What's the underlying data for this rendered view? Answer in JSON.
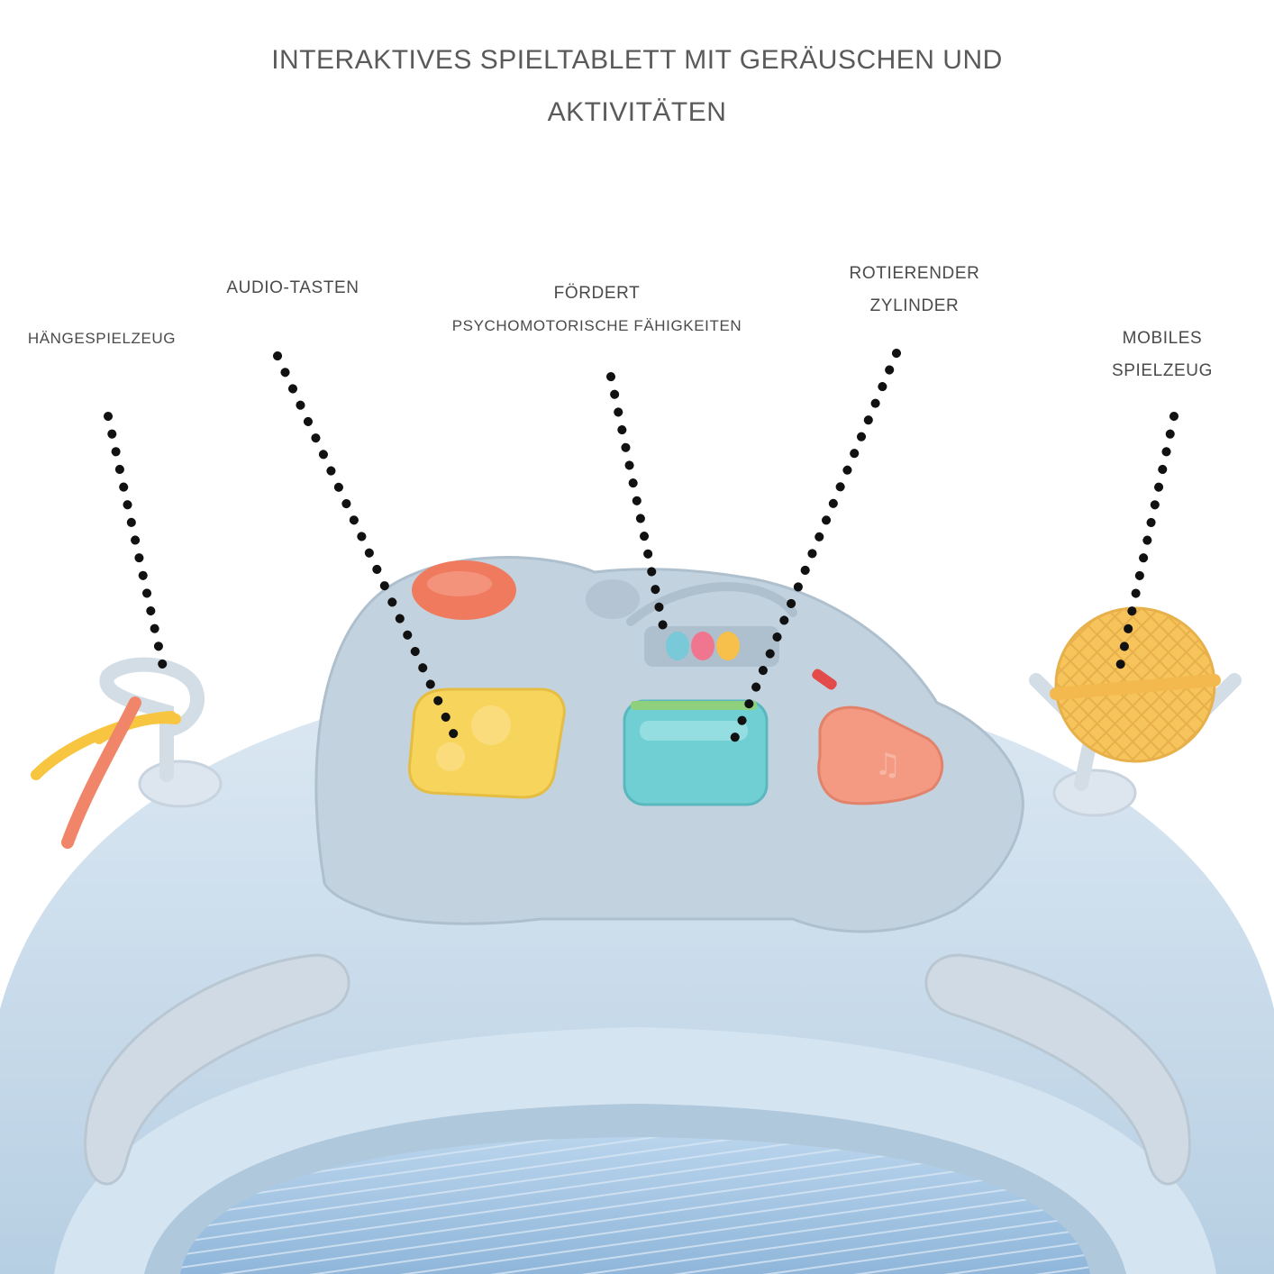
{
  "title": {
    "line1": "INTERAKTIVES SPIELTABLETT MIT GERÄUSCHEN UND",
    "line2": "AKTIVITÄTEN"
  },
  "callouts": {
    "haengespielzeug": {
      "line1": "HÄNGESPIELZEUG"
    },
    "audio_tasten": {
      "line1": "AUDIO-TASTEN"
    },
    "foerdert": {
      "line1": "FÖRDERT",
      "line2": "PSYCHOMOTORISCHE FÄHIGKEITEN"
    },
    "rotierender": {
      "line1": "ROTIERENDER",
      "line2": "ZYLINDER"
    },
    "mobiles": {
      "line1": "MOBILES",
      "line2": "SPIELZEUG"
    }
  },
  "colors": {
    "walker_body": "#c9dcec",
    "play_tray": "#c3d2df",
    "button_red": "#f07a5e",
    "button_yellow": "#f7d45c",
    "button_teal": "#6fcfd3",
    "button_coral": "#f49a82",
    "seat_fabric": "#a9c9e6",
    "dots": "#111111"
  }
}
